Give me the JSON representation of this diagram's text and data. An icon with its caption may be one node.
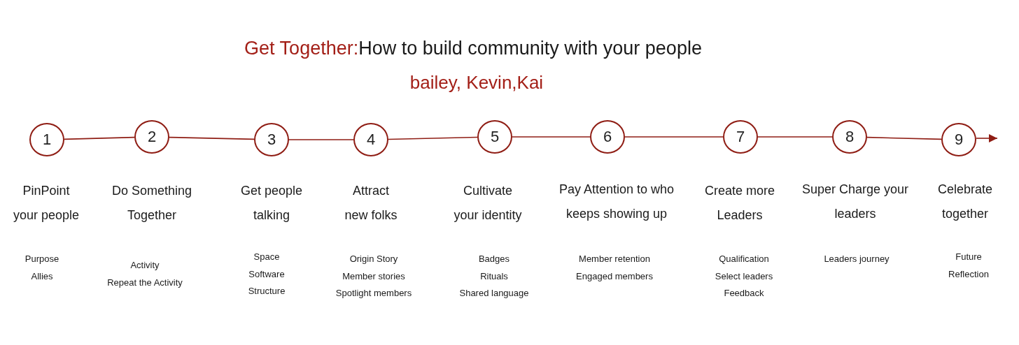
{
  "diagram": {
    "title": "Get Together:How to build community with your people",
    "nodes": [
      {
        "text": [
          "1"
        ],
        "beside": [
          "PinPoint your people",
          "Purpose",
          "Allies"
        ]
      },
      {
        "text": [
          "2"
        ],
        "beside": [
          "Do Something Together",
          "Activity",
          "Repeat the Activity"
        ]
      },
      {
        "text": [
          "3"
        ],
        "beside": [
          "Get people talking",
          "Space",
          "Software",
          "Structure"
        ]
      },
      {
        "text": [
          "4"
        ],
        "beside": [
          "Attract new folks",
          "Origin Story",
          "Member stories",
          "Spotlight members"
        ]
      },
      {
        "text": [
          "5"
        ],
        "beside": [
          "Cultivate your identity",
          "Badges",
          "Rituals",
          "Shared language"
        ]
      },
      {
        "text": [
          "6"
        ],
        "beside": [
          "Pay Attention to who keeps showing up",
          "Member retention",
          "Engaged members"
        ]
      },
      {
        "text": [
          "7"
        ],
        "beside": [
          "Create more Leaders",
          "Qualification",
          "Select leaders",
          "Feedback"
        ]
      },
      {
        "text": [
          "8"
        ],
        "beside": [
          "Super Charge your leaders"
        ]
      },
      {
        "text": [
          "9"
        ],
        "beside": [
          "Celebrate together",
          "Future",
          "Reflection"
        ]
      }
    ],
    "edges": [
      {
        "from": 0,
        "to": 1,
        "arrow": "none"
      },
      {
        "from": 1,
        "to": 2,
        "arrow": "none"
      },
      {
        "from": 2,
        "to": 3,
        "arrow": "none"
      },
      {
        "from": 3,
        "to": 4,
        "arrow": "none"
      },
      {
        "from": 4,
        "to": 5,
        "arrow": "none"
      },
      {
        "from": 5,
        "to": 6,
        "arrow": "none"
      },
      {
        "from": 6,
        "to": 7,
        "arrow": "none"
      },
      {
        "from": 7,
        "to": 8,
        "arrow": "none"
      },
      {
        "from": 8,
        "to": null,
        "arrow": "to"
      }
    ],
    "labels": [
      "bailey, Kevin,Kai",
      "Leaders journey"
    ]
  }
}
